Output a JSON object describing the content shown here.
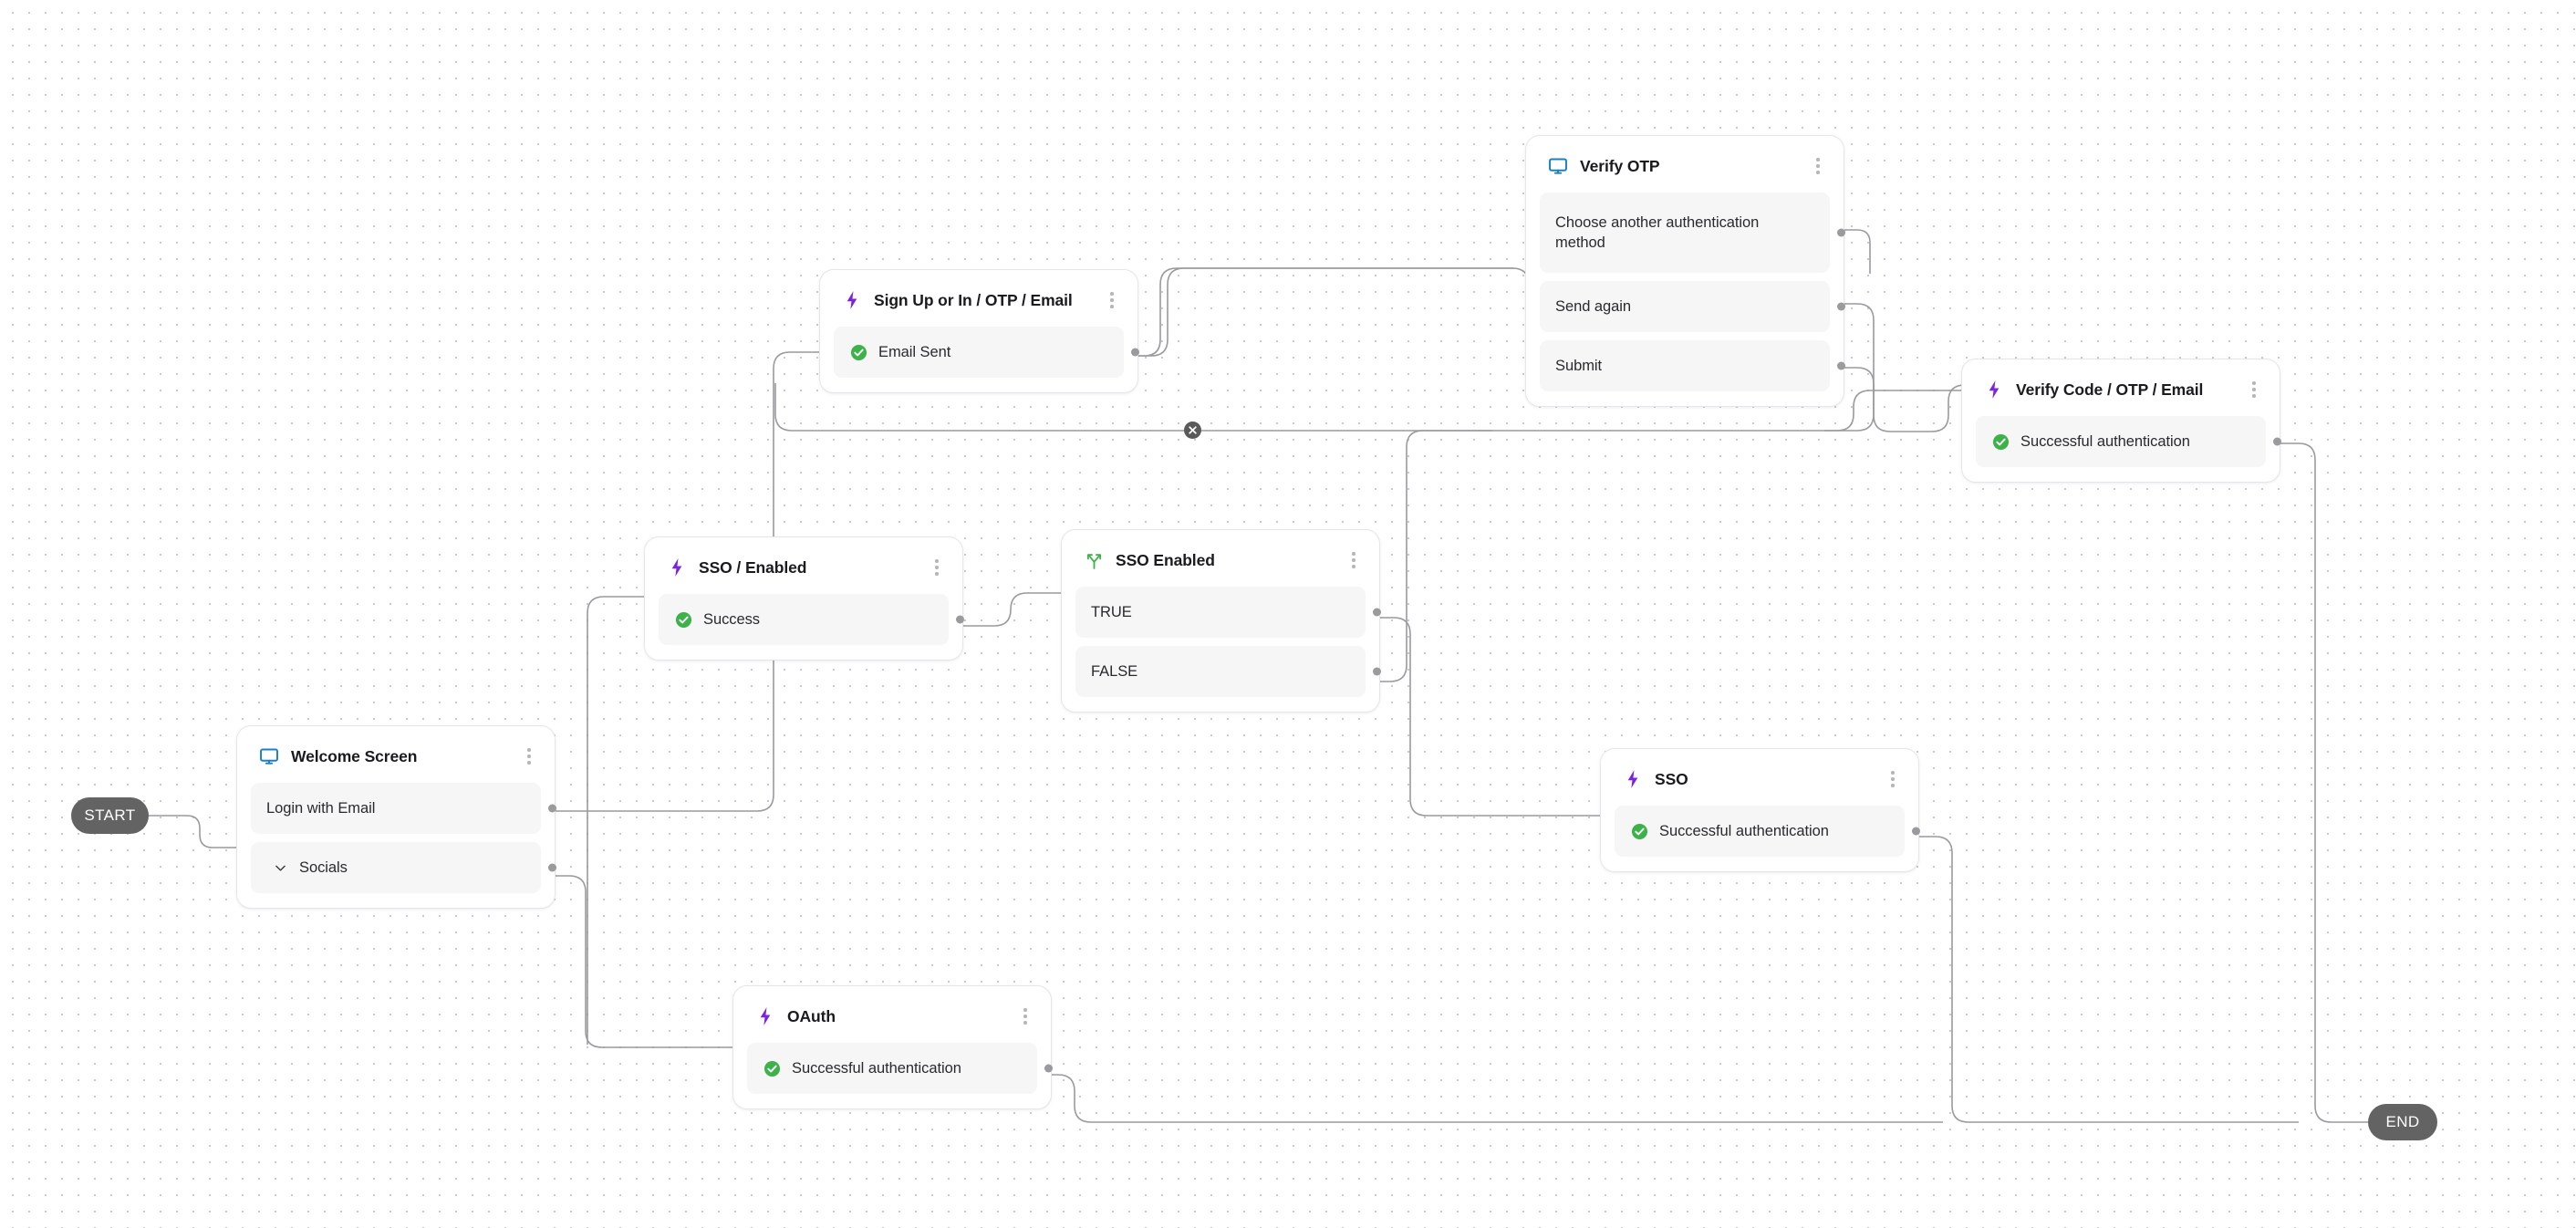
{
  "canvas": {
    "background": "#ffffff",
    "dot_color": "#c9c9cf",
    "edge_color": "#9a9a9f",
    "accent_purple": "#7c23e0",
    "accent_blue": "#1b7fc4",
    "accent_green": "#3db14a",
    "row_bg": "#f6f6f7",
    "terminal_bg": "#636363"
  },
  "terminals": {
    "start": {
      "label": "START"
    },
    "end": {
      "label": "END"
    }
  },
  "nodes": [
    {
      "id": "welcome-screen",
      "title": "Welcome Screen",
      "icon": "screen-icon",
      "menu": "more-options-icon",
      "rows": [
        {
          "label": "Login with Email",
          "icon": "none"
        },
        {
          "label": "Socials",
          "icon": "chevron-down-icon"
        }
      ]
    },
    {
      "id": "sign-up-or-in",
      "title": "Sign Up or In / OTP / Email",
      "icon": "bolt-icon",
      "menu": "more-options-icon",
      "rows": [
        {
          "label": "Email Sent",
          "icon": "check-circle-icon"
        }
      ]
    },
    {
      "id": "verify-otp",
      "title": "Verify OTP",
      "icon": "screen-icon",
      "menu": "more-options-icon",
      "rows": [
        {
          "label": "Choose another authentication method",
          "icon": "none"
        },
        {
          "label": "Send again",
          "icon": "none"
        },
        {
          "label": "Submit",
          "icon": "none"
        }
      ]
    },
    {
      "id": "verify-code",
      "title": "Verify Code / OTP / Email",
      "icon": "bolt-icon",
      "menu": "more-options-icon",
      "rows": [
        {
          "label": "Successful authentication",
          "icon": "check-circle-icon"
        }
      ]
    },
    {
      "id": "sso-enabled-action",
      "title": "SSO / Enabled",
      "icon": "bolt-icon",
      "menu": "more-options-icon",
      "rows": [
        {
          "label": "Success",
          "icon": "check-circle-icon"
        }
      ]
    },
    {
      "id": "sso-enabled-branch",
      "title": "SSO Enabled",
      "icon": "branch-icon",
      "menu": "more-options-icon",
      "rows": [
        {
          "label": "TRUE",
          "icon": "none"
        },
        {
          "label": "FALSE",
          "icon": "none"
        }
      ]
    },
    {
      "id": "sso",
      "title": "SSO",
      "icon": "bolt-icon",
      "menu": "more-options-icon",
      "rows": [
        {
          "label": "Successful authentication",
          "icon": "check-circle-icon"
        }
      ]
    },
    {
      "id": "oauth",
      "title": "OAuth",
      "icon": "bolt-icon",
      "menu": "more-options-icon",
      "rows": [
        {
          "label": "Successful authentication",
          "icon": "check-circle-icon"
        }
      ]
    }
  ],
  "edge_controls": {
    "delete_label": "remove-edge"
  }
}
